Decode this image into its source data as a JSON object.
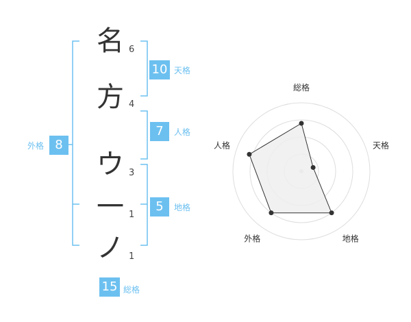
{
  "name_chars": [
    {
      "char": "名",
      "strokes": "6"
    },
    {
      "char": "方",
      "strokes": "4"
    },
    {
      "char": "ウ",
      "strokes": "3"
    },
    {
      "char": "一",
      "strokes": "1"
    },
    {
      "char": "ノ",
      "strokes": "1"
    }
  ],
  "kakusu": {
    "tenkaku": {
      "value": "10",
      "label": "天格"
    },
    "jinkaku": {
      "value": "7",
      "label": "人格"
    },
    "chikaku": {
      "value": "5",
      "label": "地格"
    },
    "gaikaku": {
      "value": "8",
      "label": "外格"
    },
    "soukaku": {
      "value": "15",
      "label": "総格"
    }
  },
  "colors": {
    "accent": "#6cc0f0",
    "bracket": "#6cc0f0",
    "radar_fill": "#eeeeee",
    "radar_stroke": "#333333"
  },
  "chart_data": {
    "type": "radar",
    "axes": [
      "総格",
      "天格",
      "地格",
      "外格",
      "人格"
    ],
    "values": [
      0.7,
      0.18,
      0.75,
      0.75,
      0.8
    ],
    "max": 1,
    "rings": 4
  }
}
